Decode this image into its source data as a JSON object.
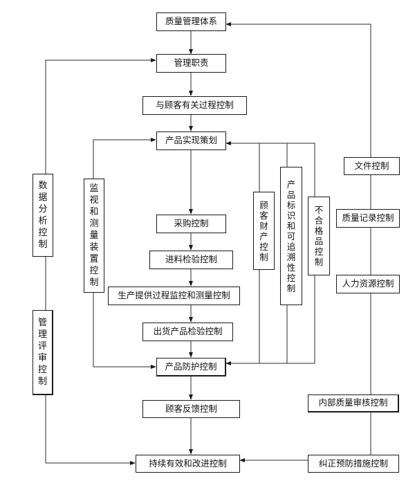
{
  "diagram": {
    "title": "质量管理体系流程",
    "nodes": {
      "qms": "质量管理体系",
      "mgmt_resp": "管理职责",
      "customer_process": "与顾客有关过程控制",
      "product_planning": "产品实现策划",
      "purchasing": "采购控制",
      "incoming_inspection": "进料检验控制",
      "production_monitoring": "生产提供过程监控和测量控制",
      "outgoing_inspection": "出货产品检验控制",
      "product_protection": "产品防护控制",
      "customer_feedback": "顾客反馈控制",
      "continual_improvement": "持续有效和改进控制",
      "data_analysis": "数据分析控制",
      "mgmt_review": "管理评审控制",
      "monitoring_devices": "监视和测量装置控制",
      "customer_property": "顾客财产控制",
      "identification_traceability": "产品标识和可追溯性控制",
      "nonconforming": "不合格品控制",
      "document_control": "文件控制",
      "record_control": "质量记录控制",
      "hr_control": "人力资源控制",
      "internal_audit": "内部质量审核控制",
      "corrective_preventive": "纠正预防措施控制"
    },
    "edges": [
      [
        "qms",
        "mgmt_resp"
      ],
      [
        "mgmt_resp",
        "customer_process"
      ],
      [
        "customer_process",
        "product_planning"
      ],
      [
        "product_planning",
        "purchasing"
      ],
      [
        "purchasing",
        "incoming_inspection"
      ],
      [
        "incoming_inspection",
        "production_monitoring"
      ],
      [
        "production_monitoring",
        "outgoing_inspection"
      ],
      [
        "outgoing_inspection",
        "product_protection"
      ],
      [
        "product_protection",
        "customer_feedback"
      ],
      [
        "customer_feedback",
        "continual_improvement"
      ],
      [
        "data_analysis",
        "mgmt_resp"
      ],
      [
        "mgmt_review",
        "continual_improvement"
      ],
      [
        "monitoring_devices",
        "product_planning"
      ],
      [
        "monitoring_devices",
        "product_protection"
      ],
      [
        "customer_property",
        "product_planning"
      ],
      [
        "customer_property",
        "product_protection"
      ],
      [
        "identification_traceability",
        "product_planning"
      ],
      [
        "identification_traceability",
        "product_protection"
      ],
      [
        "nonconforming",
        "product_planning"
      ],
      [
        "nonconforming",
        "product_protection"
      ],
      [
        "document_control",
        "qms"
      ],
      [
        "corrective_preventive",
        "continual_improvement"
      ]
    ]
  }
}
